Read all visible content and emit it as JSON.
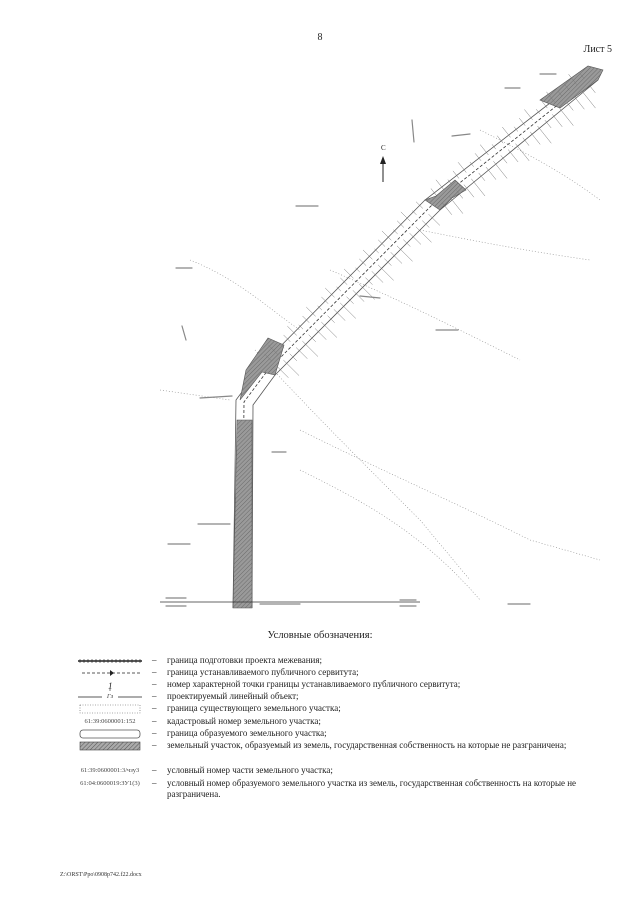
{
  "page": {
    "number": "8",
    "sheet_label": "Лист 5",
    "footer_path": "Z:\\ORST\\Ppo\\0908p742.f22.docx"
  },
  "map": {
    "north_label": "С"
  },
  "legend": {
    "title": "Условные обозначения:",
    "dash": "–",
    "items": [
      {
        "symbol": "solid-line-ticks",
        "text": "граница подготовки проекта межевания;"
      },
      {
        "symbol": "dash-line-arrow",
        "text": "граница устанавливаемого публичного сервитута;"
      },
      {
        "symbol": "point-number",
        "text": "номер характерной точки границы устанавливаемого публичного сервитута;"
      },
      {
        "symbol": "linear-object",
        "symbol_text": "Гз",
        "text": "проектируемый линейный объект;"
      },
      {
        "symbol": "dotted-box",
        "text": "граница существующего земельного участка;"
      },
      {
        "symbol": "cadastral-code",
        "symbol_text": "61:39:0600001:152",
        "text": "кадастровый номер земельного участка;"
      },
      {
        "symbol": "rounded-box",
        "text": "граница образуемого земельного участка;"
      },
      {
        "symbol": "hatched-box",
        "text": "земельный участок, образуемый из земель, государственная собственность на которые не разграничена;"
      },
      {
        "symbol": "part-code",
        "symbol_text": "61:39:0600001:3/чзу3",
        "text": "условный номер части земельного участка;"
      },
      {
        "symbol": "new-code",
        "symbol_text": "61:04:0600019:ЗУ1(3)",
        "text": "условный номер образуемого земельного участка из земель, государственная собственность на которые не разграничена."
      }
    ]
  }
}
